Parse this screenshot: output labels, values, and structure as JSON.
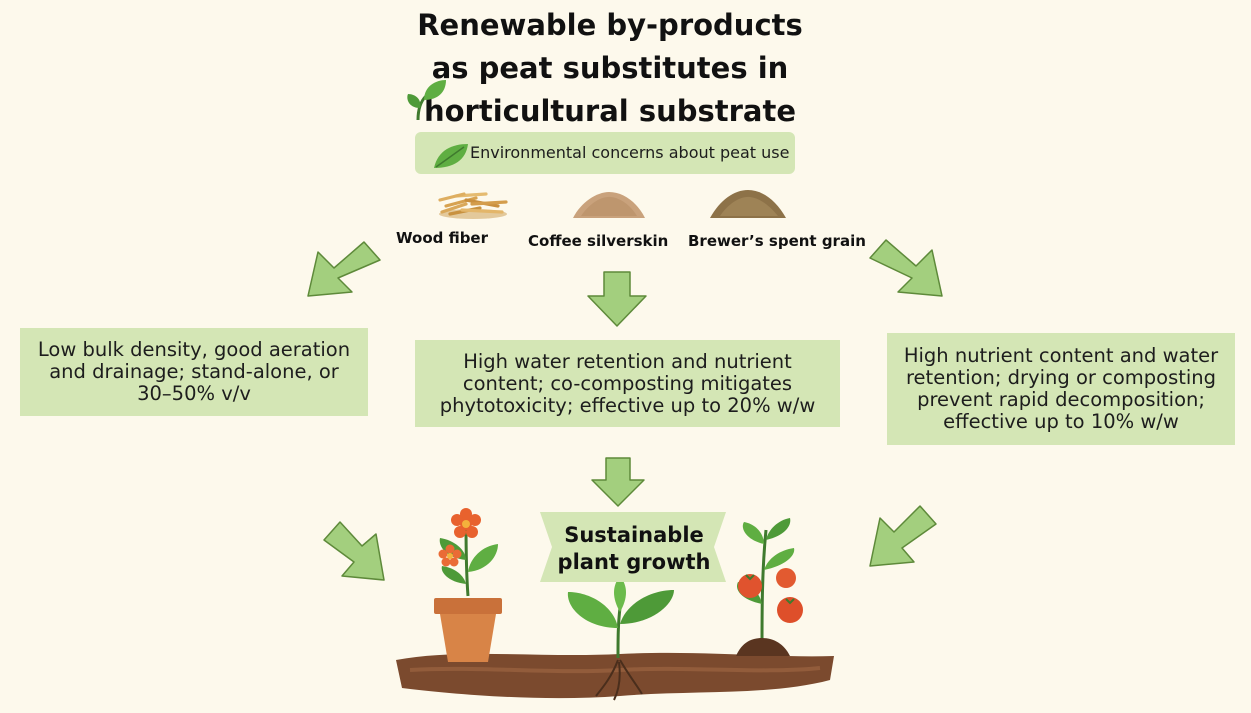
{
  "title": {
    "line1": "Renewable by-products",
    "line2": "as peat substitutes in",
    "line3": "horticultural substrate"
  },
  "banner": {
    "text": "Environmental concerns about peat use"
  },
  "materials": [
    {
      "label": "Wood fiber"
    },
    {
      "label": "Coffee silverskin"
    },
    {
      "label": "Brewer’s spent grain"
    }
  ],
  "boxes": {
    "left": "Low bulk density, good aeration and drainage; stand-alone, or 30–50% v/v",
    "center": "High water retention and nutrient content; co-composting  mitigates phytotoxicity; effective up to 20% w/w",
    "right": "High nutrient content and water retention; drying or composting prevent rapid decomposition; effective up to 10% w/w"
  },
  "outcome": {
    "line1": "Sustainable",
    "line2": "plant growth"
  },
  "colors": {
    "background": "#fdf9ec",
    "box_fill": "#d4e6b5",
    "arrow_fill": "#a3cf7e",
    "arrow_stroke": "#5e8a3a",
    "soil": "#7b4a2e"
  }
}
